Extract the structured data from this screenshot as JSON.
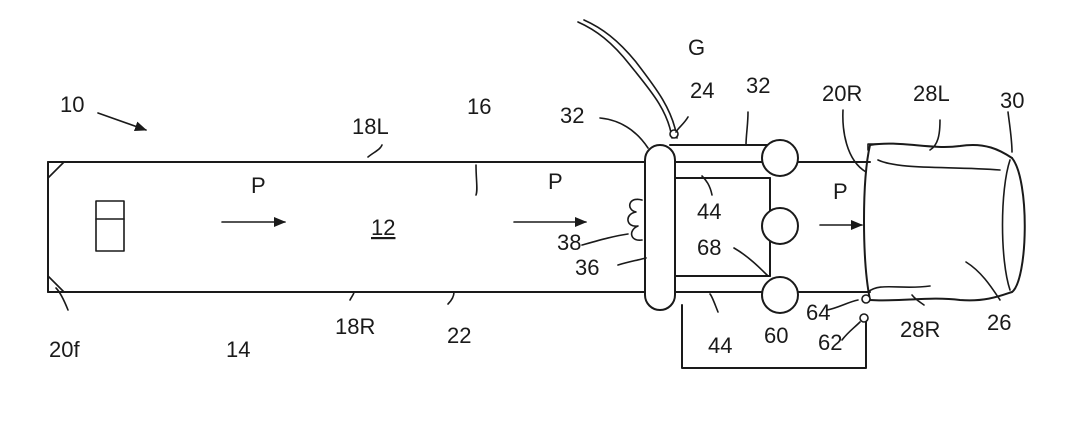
{
  "figure": {
    "labels": {
      "ref_10": "10",
      "ref_12": "12",
      "ref_14": "14",
      "ref_16": "16",
      "ref_18L": "18L",
      "ref_18R": "18R",
      "ref_20f": "20f",
      "ref_20R": "20R",
      "ref_22": "22",
      "ref_24": "24",
      "ref_26": "26",
      "ref_28L": "28L",
      "ref_28R": "28R",
      "ref_30": "30",
      "ref_32_left": "32",
      "ref_32_top": "32",
      "ref_36": "36",
      "ref_38": "38",
      "ref_44_upper": "44",
      "ref_44_lower": "44",
      "ref_60": "60",
      "ref_62": "62",
      "ref_64": "64",
      "ref_68": "68",
      "ref_G": "G",
      "flow_p_1": "P",
      "flow_p_2": "P",
      "flow_p_3": "P"
    }
  }
}
